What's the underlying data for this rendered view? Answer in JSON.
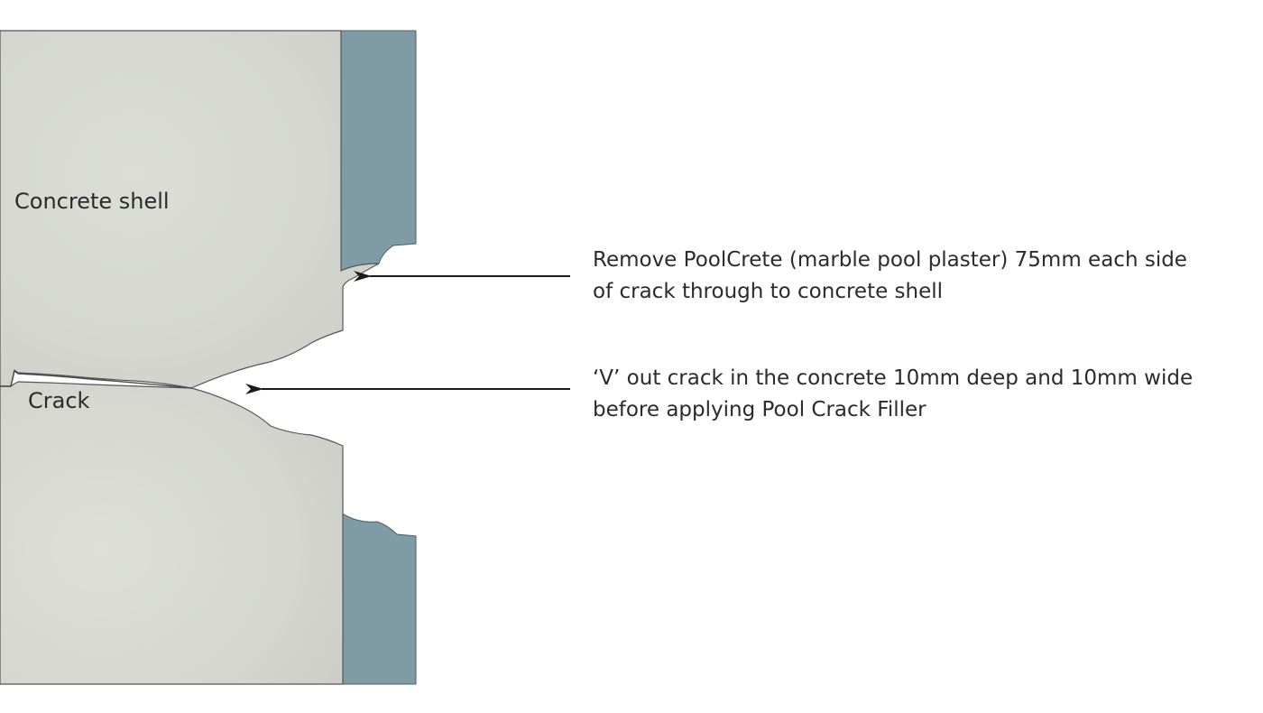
{
  "labels": {
    "concrete_shell": "Concrete shell",
    "crack": "Crack"
  },
  "callouts": [
    {
      "line1": "Remove PoolCrete (marble pool plaster) 75mm each side",
      "line2": "of crack through to concrete shell"
    },
    {
      "line1": "‘V’ out crack in the concrete 10mm deep and 10mm wide",
      "line2": "before applying Pool Crack Filler"
    }
  ],
  "colors": {
    "concrete": "#d9dad4",
    "plaster": "#7e9ba6",
    "outline": "#555555",
    "arrow": "#1a1a1a",
    "text": "#2b2b2b"
  }
}
